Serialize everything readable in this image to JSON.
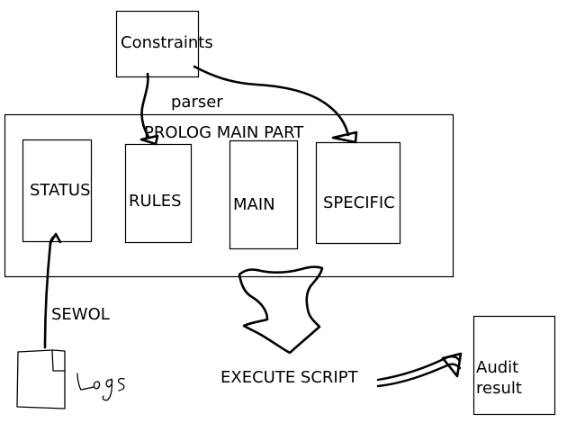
{
  "nodes": {
    "constraints": "Constraints",
    "parser": "parser",
    "prolog_main": "PROLOG MAIN PART",
    "status": "STATUS",
    "rules": "RULES",
    "main": "MAIN",
    "specific": "SPECIFIC",
    "sewol": "SEWOL",
    "logs": "Logs",
    "execute": "EXECUTE SCRIPT",
    "audit": [
      "Audit",
      "result"
    ]
  }
}
